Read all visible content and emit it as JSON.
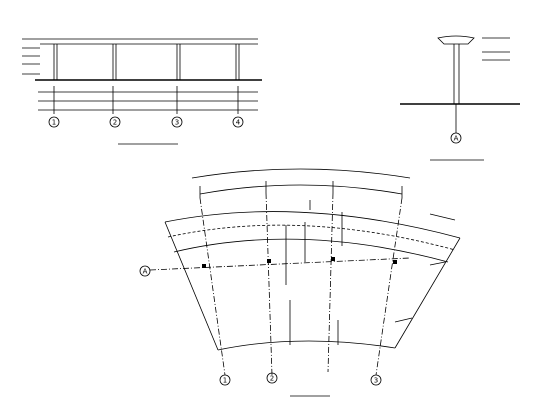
{
  "elevation": {
    "axes": [
      "1",
      "2",
      "3",
      "4"
    ]
  },
  "plan": {
    "axes": [
      "1",
      "2",
      "3"
    ],
    "row_axis": "A"
  },
  "detail": {
    "axis": "A"
  },
  "colors": {
    "line": "#000000",
    "background": "#ffffff"
  }
}
